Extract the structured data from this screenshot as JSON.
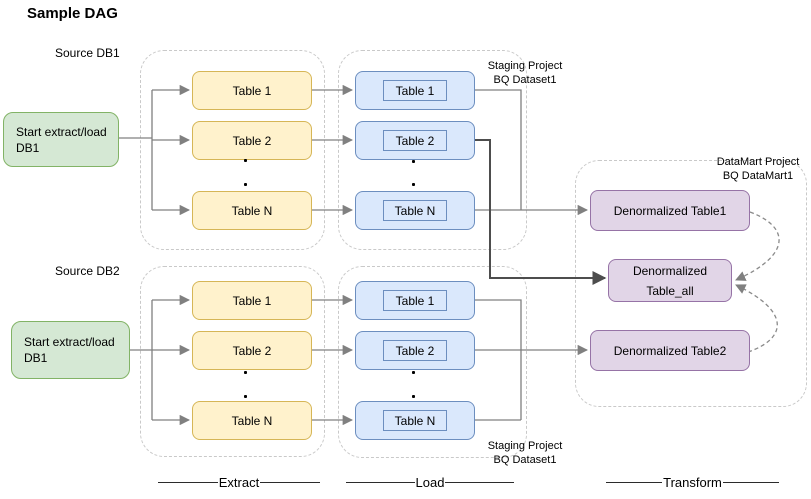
{
  "title": "Sample DAG",
  "labels": {
    "source_db1": "Source DB1",
    "source_db2": "Source DB2",
    "staging_top_line1": "Staging Project",
    "staging_top_line2": "BQ Dataset1",
    "staging_bottom_line1": "Staging Project",
    "staging_bottom_line2": "BQ Dataset1",
    "datamart_line1": "DataMart Project",
    "datamart_line2": "BQ DataMart1"
  },
  "start_nodes": {
    "db1": {
      "line1": "Start extract/load",
      "line2": "DB1"
    },
    "db2": {
      "line1": "Start extract/load",
      "line2": "DB1"
    }
  },
  "tables": {
    "extract_db1": [
      "Table 1",
      "Table 2",
      "Table N"
    ],
    "load_db1": [
      "Table 1",
      "Table 2",
      "Table N"
    ],
    "extract_db2": [
      "Table 1",
      "Table 2",
      "Table N"
    ],
    "load_db2": [
      "Table 1",
      "Table 2",
      "Table N"
    ]
  },
  "datamart_nodes": {
    "table1": "Denormalized Table1",
    "table_all_line1": "Denormalized",
    "table_all_line2": "Table_all",
    "table2": "Denormalized Table2"
  },
  "stages": {
    "extract": "Extract",
    "load": "Load",
    "transform": "Transform"
  },
  "colors": {
    "source_fill": "#d5e8d4",
    "source_border": "#82b366",
    "extract_fill": "#fff2cc",
    "extract_border": "#d6b656",
    "load_fill": "#dae8fc",
    "load_border": "#6c8ebf",
    "datamart_fill": "#e1d5e7",
    "datamart_border": "#9673a6",
    "connector": "#808080",
    "connector_dark": "#4d4d4d"
  }
}
